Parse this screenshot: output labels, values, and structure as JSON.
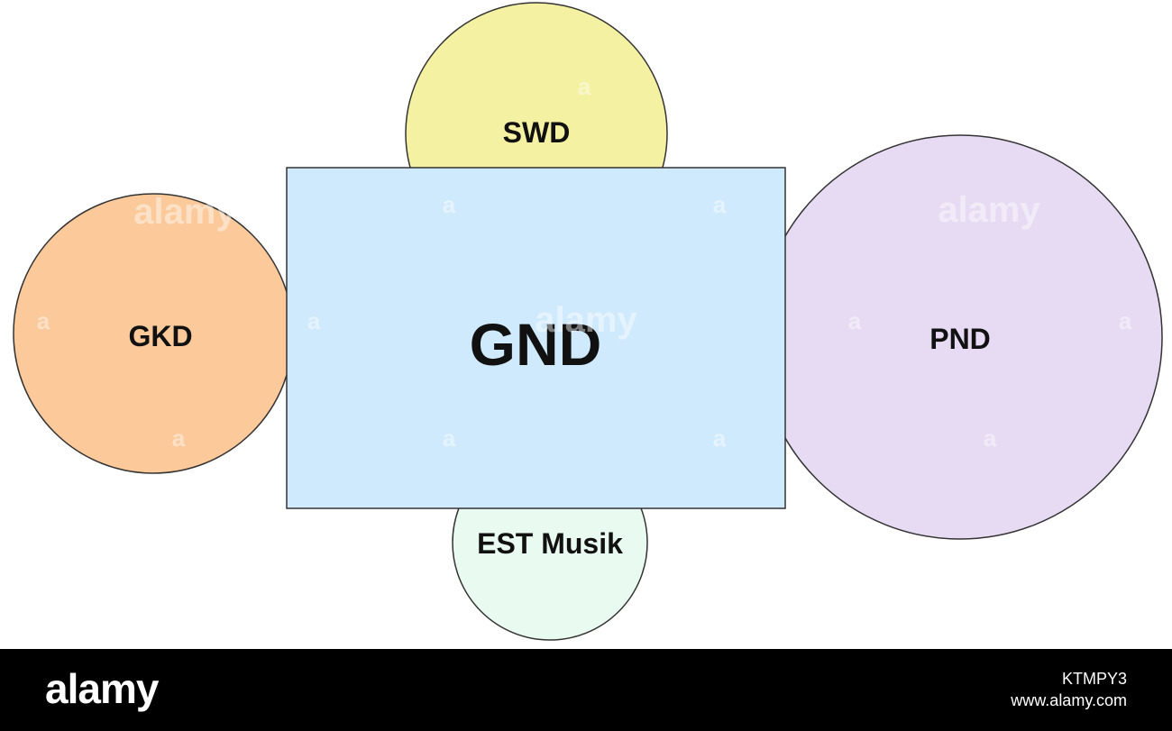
{
  "diagram": {
    "center": {
      "label": "GND",
      "color": "#cfeafc"
    },
    "nodes": [
      {
        "id": "swd",
        "label": "SWD",
        "color": "#f4f1a3"
      },
      {
        "id": "gkd",
        "label": "GKD",
        "color": "#fbc99a"
      },
      {
        "id": "pnd",
        "label": "PND",
        "color": "#e7dbf4"
      },
      {
        "id": "est-musik",
        "label": "EST Musik",
        "color": "#e9faf0"
      }
    ],
    "outline_color": "#333333"
  },
  "watermark": {
    "text": "alamy",
    "letter": "a"
  },
  "footer": {
    "logo": "alamy",
    "image_id": "KTMPY3",
    "url": "www.alamy.com"
  }
}
